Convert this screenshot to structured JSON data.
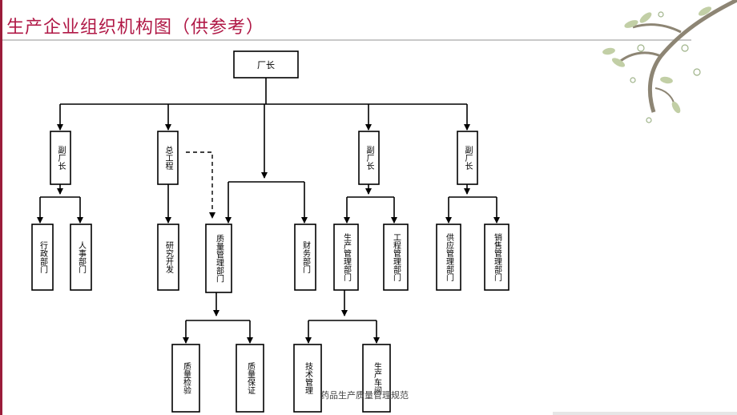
{
  "title": "生产企业组织机构图（供参考）",
  "footer": "药品生产质量管理规范",
  "boxes": {
    "root": "厂长",
    "vp1": "副厂长",
    "chief_engineer": "总工程",
    "vp2": "副厂长",
    "vp3": "副厂长",
    "admin": "行政部门",
    "hr": "人事部门",
    "rnd": "研究开发",
    "qa_mgmt": "质量管理部门",
    "finance": "财务部门",
    "prod_mgmt": "生产管理部门",
    "engineering": "工程管理部门",
    "supply": "供应管理部门",
    "sales": "销售管理部门",
    "qc": "质量检验",
    "qa": "质量保证",
    "tech": "技术管理",
    "workshop": "生产车间"
  }
}
